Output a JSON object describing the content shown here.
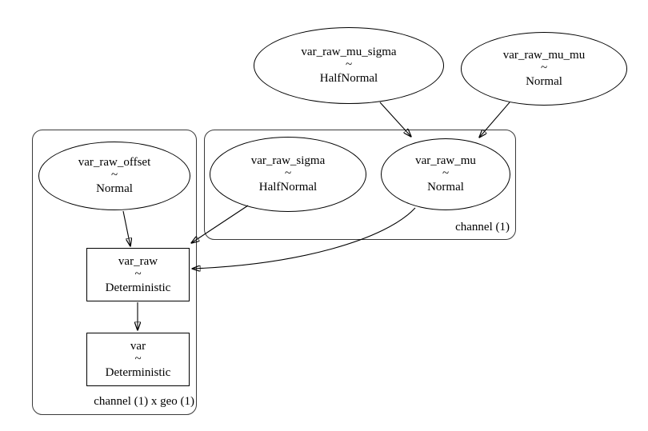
{
  "diagram": {
    "type": "model-graph",
    "background": "#ffffff",
    "stroke_color": "#000000",
    "clusters": [
      {
        "id": "channel",
        "label": "channel (1)"
      },
      {
        "id": "channel-x-geo",
        "label": "channel (1) x geo (1)"
      }
    ],
    "nodes": [
      {
        "id": "var_raw_mu_sigma",
        "name": "var_raw_mu_sigma",
        "op": "~",
        "dist": "HalfNormal",
        "shape": "ellipse",
        "cluster": null
      },
      {
        "id": "var_raw_mu_mu",
        "name": "var_raw_mu_mu",
        "op": "~",
        "dist": "Normal",
        "shape": "ellipse",
        "cluster": null
      },
      {
        "id": "var_raw_offset",
        "name": "var_raw_offset",
        "op": "~",
        "dist": "Normal",
        "shape": "ellipse",
        "cluster": "channel-x-geo"
      },
      {
        "id": "var_raw_sigma",
        "name": "var_raw_sigma",
        "op": "~",
        "dist": "HalfNormal",
        "shape": "ellipse",
        "cluster": "channel"
      },
      {
        "id": "var_raw_mu",
        "name": "var_raw_mu",
        "op": "~",
        "dist": "Normal",
        "shape": "ellipse",
        "cluster": "channel"
      },
      {
        "id": "var_raw",
        "name": "var_raw",
        "op": "~",
        "dist": "Deterministic",
        "shape": "box",
        "cluster": "channel-x-geo"
      },
      {
        "id": "var",
        "name": "var",
        "op": "~",
        "dist": "Deterministic",
        "shape": "box",
        "cluster": "channel-x-geo"
      }
    ],
    "edges": [
      {
        "from": "var_raw_mu_sigma",
        "to": "var_raw_mu"
      },
      {
        "from": "var_raw_mu_mu",
        "to": "var_raw_mu"
      },
      {
        "from": "var_raw_offset",
        "to": "var_raw"
      },
      {
        "from": "var_raw_sigma",
        "to": "var_raw"
      },
      {
        "from": "var_raw_mu",
        "to": "var_raw"
      },
      {
        "from": "var_raw",
        "to": "var"
      }
    ]
  }
}
